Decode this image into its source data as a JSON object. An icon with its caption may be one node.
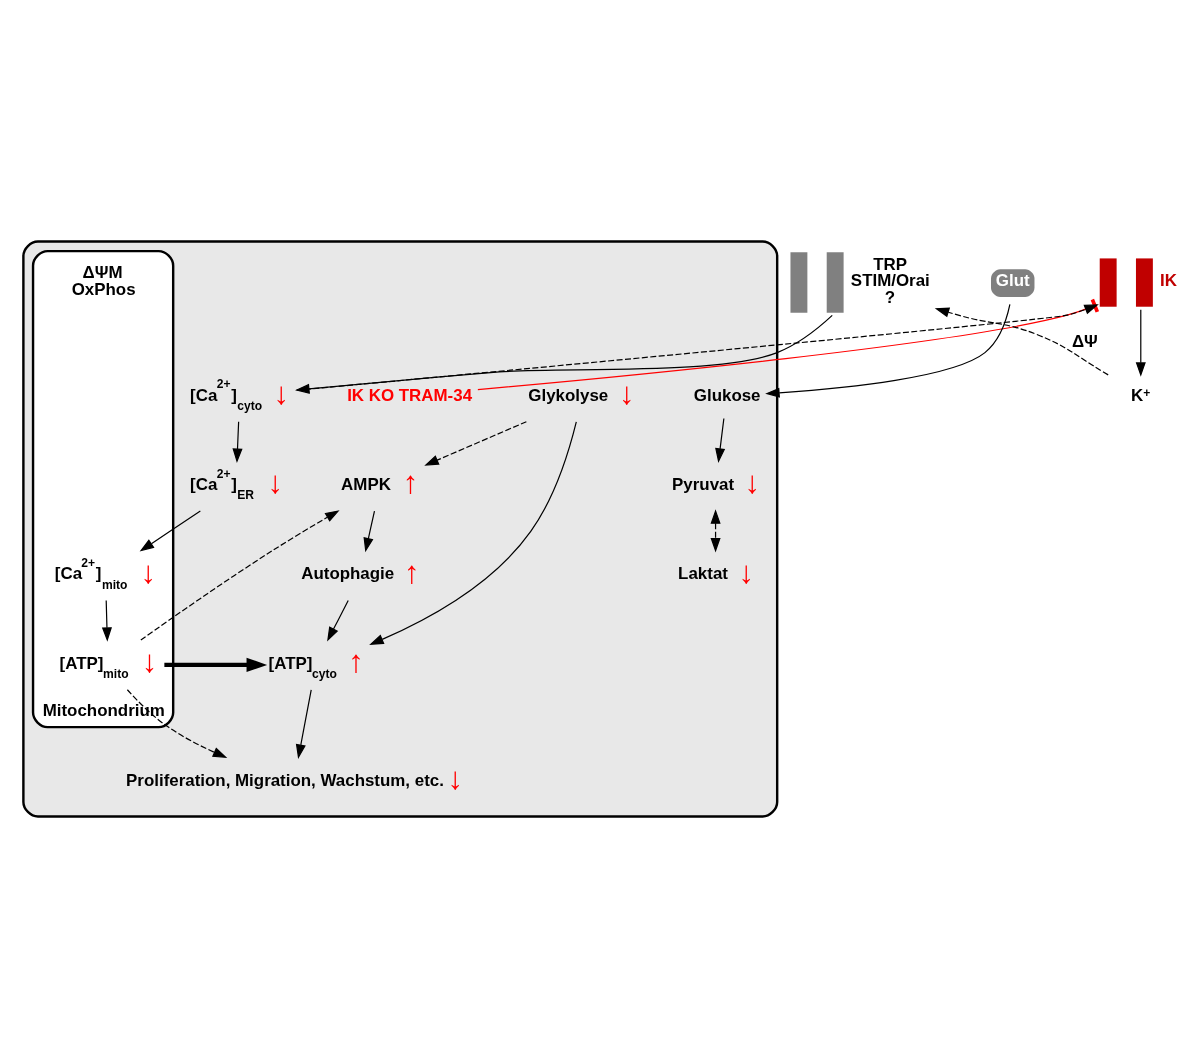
{
  "diagram": {
    "nodes": [
      {
        "text": [],
        "shape": "box"
      },
      {
        "text": [
          "Glut"
        ]
      },
      {
        "text": [],
        "shape": "bar",
        "beside": [
          "IK"
        ]
      },
      {
        "text": [],
        "shape": "bar",
        "beside": [
          "TRP STIM/Orai ?"
        ]
      },
      {
        "text": [
          "K$^{+}$"
        ]
      },
      {
        "text": [
          "Glukose"
        ],
        "in": 0
      },
      {
        "text": [
          "Pyruvat"
        ],
        "in": 0,
        "beside": [
          "↓"
        ]
      },
      {
        "text": [
          "Laktat"
        ],
        "in": 0,
        "beside": [
          "↓"
        ]
      },
      {
        "text": [
          "Glykolyse"
        ],
        "in": 0,
        "beside": [
          "↓"
        ]
      },
      {
        "text": [
          "IK KO TRAM-34"
        ],
        "in": 0
      },
      {
        "text": [
          "AMPK"
        ],
        "in": 0,
        "beside": [
          "↑"
        ]
      },
      {
        "text": [
          "Autophagie"
        ],
        "in": 0,
        "beside": [
          "↑"
        ]
      },
      {
        "text": [
          "[ATP]$_{cyto}$"
        ],
        "in": 0,
        "beside": [
          "↑"
        ]
      },
      {
        "text": [
          "Proliferation, Migration, Wachstum, etc."
        ],
        "in": 0,
        "beside": [
          "↓"
        ]
      },
      {
        "text": [
          "[Ca$^{2+}$]$_{cyto}$"
        ],
        "in": 0,
        "beside": [
          "↓"
        ]
      },
      {
        "text": [
          "[Ca$^{2+}$]$_{ER}$"
        ],
        "in": 0,
        "beside": [
          "↓"
        ]
      },
      {
        "text": [
          "Mitochondrium"
        ],
        "in": 0
      },
      {
        "text": [
          "[Ca$^{2+}$]$_{mito}$"
        ],
        "in": 16,
        "beside": [
          "↓"
        ]
      },
      {
        "text": [
          "[ATP]$_{mito}$"
        ],
        "in": 16,
        "beside": [
          "↓"
        ]
      }
    ],
    "edges": [
      {
        "from": 1,
        "to": 5,
        "arrow": "to"
      },
      {
        "from": 5,
        "to": 6,
        "arrow": "to"
      },
      {
        "from": 6,
        "to": 7,
        "arrow": "both",
        "style": "dashed"
      },
      {
        "from": 8,
        "to": 10,
        "arrow": "to",
        "style": "dashed"
      },
      {
        "from": 8,
        "to": 12,
        "arrow": "to"
      },
      {
        "from": 10,
        "to": 11,
        "arrow": "to"
      },
      {
        "from": 11,
        "to": 12,
        "arrow": "to"
      },
      {
        "from": 18,
        "to": 12,
        "arrow": "to",
        "style": "thick"
      },
      {
        "from": 18,
        "to": 10,
        "arrow": "to",
        "style": "dashed"
      },
      {
        "from": 18,
        "to": 13,
        "arrow": "to",
        "style": "dashed"
      },
      {
        "from": 12,
        "to": 13,
        "arrow": "to"
      },
      {
        "from": 3,
        "to": 14,
        "arrow": "to"
      },
      {
        "from": 14,
        "to": 15,
        "arrow": "to"
      },
      {
        "from": 15,
        "to": 17,
        "arrow": "to"
      },
      {
        "from": 17,
        "to": 18,
        "arrow": "to"
      },
      {
        "from": 14,
        "to": 2,
        "arrow": "to",
        "style": "dashed"
      },
      {
        "from": 9,
        "to": 2,
        "arrow": "other",
        "color": "#ff0000"
      },
      {
        "from": 2,
        "to": 4,
        "arrow": "to"
      },
      {
        "from": 4,
        "to": 3,
        "arrow": "to",
        "style": "dashed",
        "label": "ΔΨ"
      }
    ],
    "labels": [
      "ΔΨM OxPhos"
    ]
  }
}
